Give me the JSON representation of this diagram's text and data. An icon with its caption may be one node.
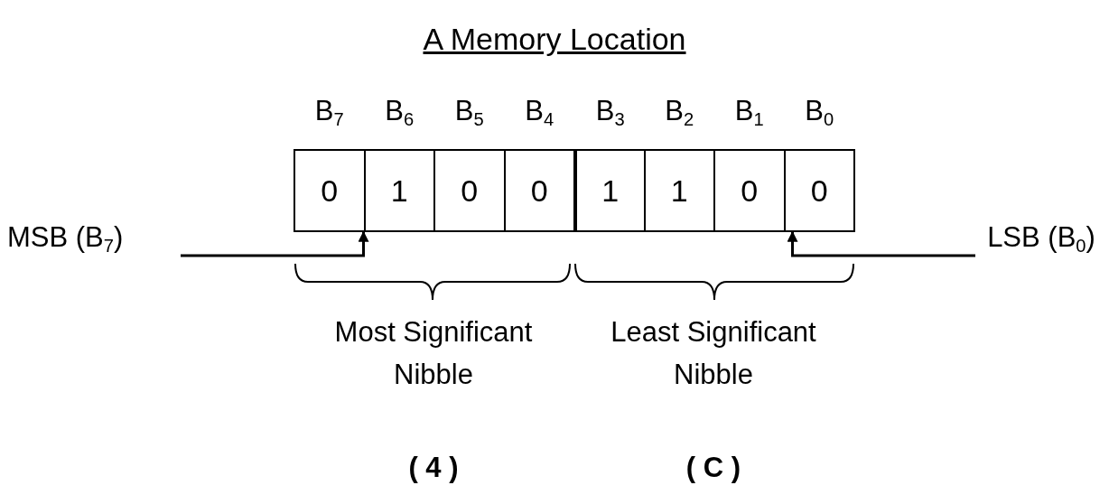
{
  "diagram": {
    "title": "A Memory Location",
    "nodes": [
      {
        "text": [
          "0"
        ],
        "beside": [
          "B$_{7}$"
        ]
      },
      {
        "text": [
          "1"
        ],
        "beside": [
          "B$_{6}$"
        ]
      },
      {
        "text": [
          "0"
        ],
        "beside": [
          "B$_{5}$"
        ]
      },
      {
        "text": [
          "0"
        ],
        "beside": [
          "B$_{4}$"
        ]
      },
      {
        "text": [
          "1"
        ],
        "beside": [
          "B$_{3}$"
        ]
      },
      {
        "text": [
          "1"
        ],
        "beside": [
          "B$_{2}$"
        ]
      },
      {
        "text": [
          "0"
        ],
        "beside": [
          "B$_{1}$"
        ]
      },
      {
        "text": [
          "0"
        ],
        "beside": [
          "B$_{0}$"
        ]
      },
      {
        "text": [
          "MSB (B$_{7}$)"
        ]
      },
      {
        "text": [
          "LSB (B$_{0}$)"
        ]
      }
    ],
    "edges": [
      {
        "from": 8,
        "to": 0,
        "arrow": "to"
      },
      {
        "from": 9,
        "to": 7,
        "arrow": "to"
      }
    ],
    "labels": [
      "Most Significant Nibble",
      "( 4 )",
      "Least Significant Nibble",
      "( C )"
    ]
  }
}
